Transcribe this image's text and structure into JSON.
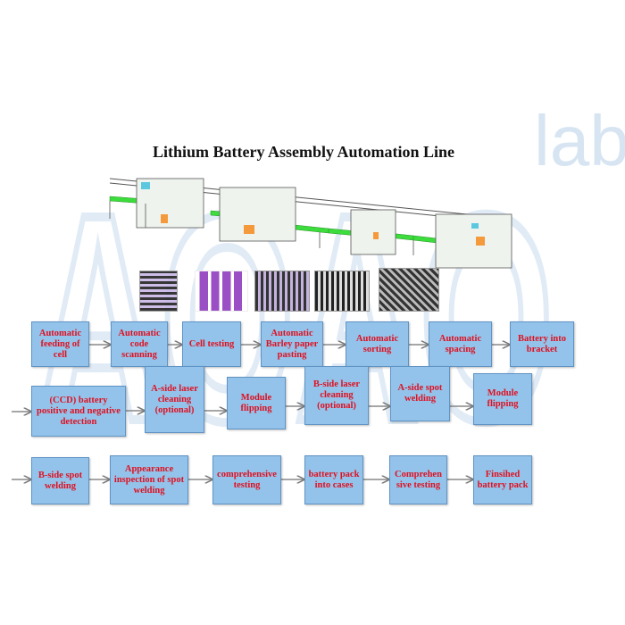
{
  "watermark": {
    "letters": "AOAO",
    "suffix": "lab"
  },
  "title": "Lithium Battery Assembly Automation Line",
  "colors": {
    "box_fill": "#93c3ea",
    "box_border": "#5f93c4",
    "box_text": "#e01020",
    "conveyor": "#3ddc3d"
  },
  "rows": [
    [
      "Automatic feeding of cell",
      "Automatic code scanning",
      "Cell testing",
      "Automatic Barley paper pasting",
      "Automatic sorting",
      "Automatic spacing",
      "Battery into bracket"
    ],
    [
      "(CCD) battery positive and negative detection",
      "A-side laser cleaning (optional)",
      "Module flipping",
      "B-side laser cleaning (optional)",
      "A-side  spot welding",
      "Module flipping"
    ],
    [
      "B-side  spot welding",
      "Appearance inspection of spot welding",
      "comprehensive testing",
      "battery pack into cases",
      "Comprehen sive testing",
      "Finsihed battery pack"
    ]
  ]
}
